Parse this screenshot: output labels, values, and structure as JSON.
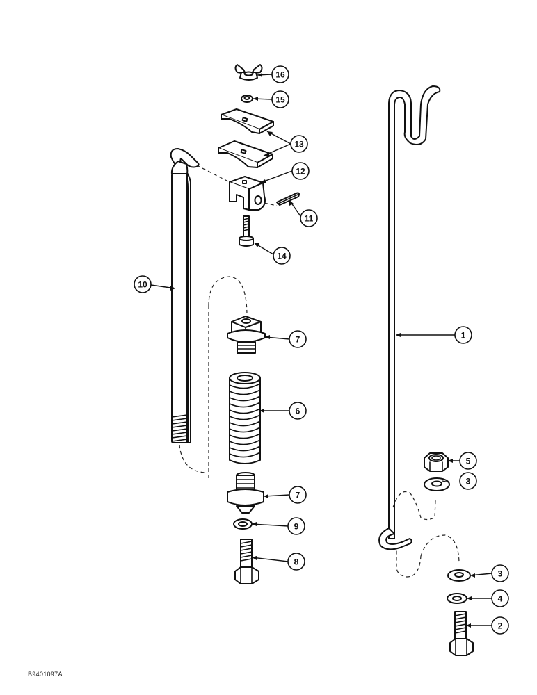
{
  "drawing_ref": "B9401097A",
  "callouts": [
    {
      "id": "c16",
      "label": "16"
    },
    {
      "id": "c15",
      "label": "15"
    },
    {
      "id": "c13",
      "label": "13"
    },
    {
      "id": "c12",
      "label": "12"
    },
    {
      "id": "c11",
      "label": "11"
    },
    {
      "id": "c14",
      "label": "14"
    },
    {
      "id": "c10",
      "label": "10"
    },
    {
      "id": "c1",
      "label": "1"
    },
    {
      "id": "c7a",
      "label": "7"
    },
    {
      "id": "c6",
      "label": "6"
    },
    {
      "id": "c5",
      "label": "5"
    },
    {
      "id": "c3a",
      "label": "3"
    },
    {
      "id": "c7b",
      "label": "7"
    },
    {
      "id": "c9",
      "label": "9"
    },
    {
      "id": "c8",
      "label": "8"
    },
    {
      "id": "c3b",
      "label": "3"
    },
    {
      "id": "c4",
      "label": "4"
    },
    {
      "id": "c2",
      "label": "2"
    }
  ]
}
